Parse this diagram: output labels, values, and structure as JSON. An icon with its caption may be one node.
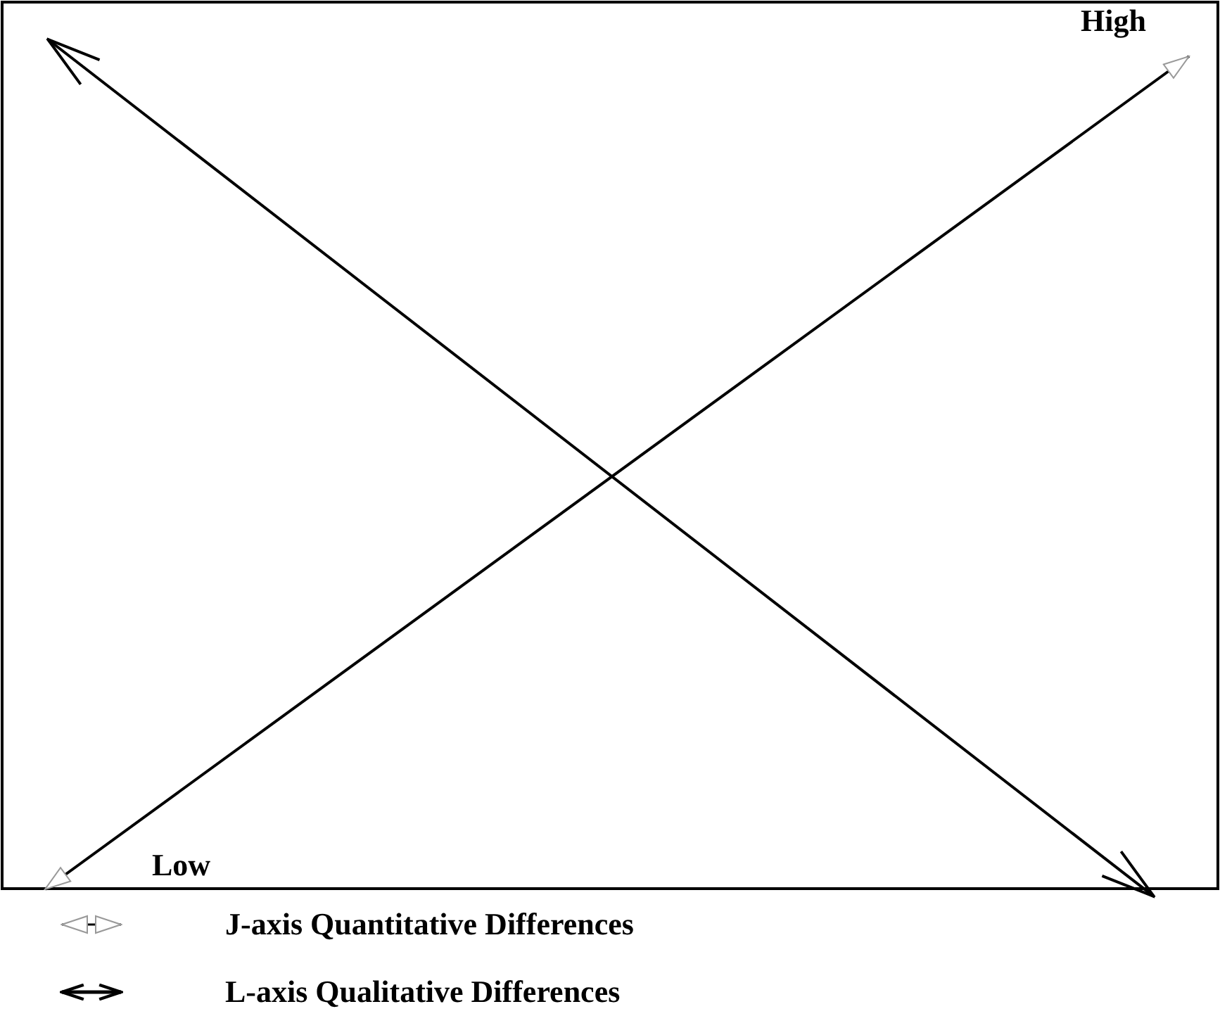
{
  "diagram": {
    "labels": [
      "High",
      "Low"
    ],
    "legend": [
      {
        "text": "J-axis Quantitative Differences"
      },
      {
        "text": "L-axis Qualitative Differences"
      }
    ]
  }
}
